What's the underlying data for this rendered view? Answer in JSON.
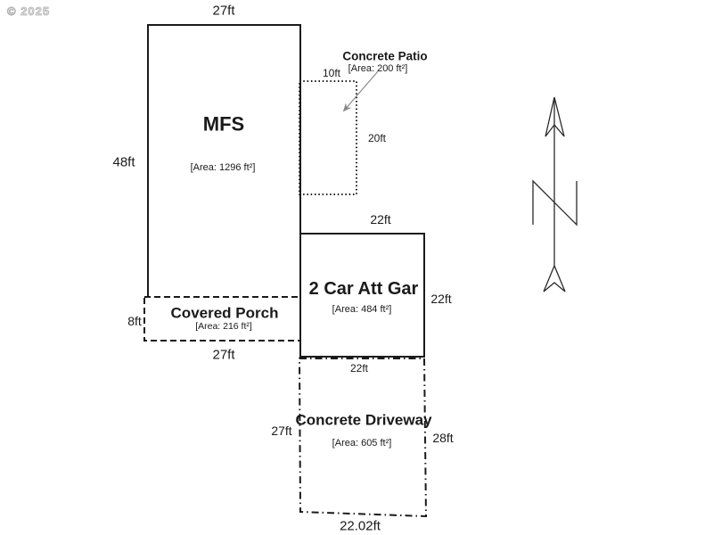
{
  "watermark": "© 2025",
  "colors": {
    "line": "#1a1a1a",
    "text": "#1a1a1a",
    "watermark_gray": "#c8c8c8",
    "leader_gray": "#8a8a8a",
    "background": "#ffffff"
  },
  "sketch": {
    "buildings": {
      "mfs": {
        "label": "MFS",
        "area": "[Area: 1296 ft²]",
        "top_dim": "27ft",
        "left_dim": "48ft"
      },
      "patio": {
        "label": "Concrete Patio",
        "area": "[Area: 200 ft²]",
        "top_dim": "10ft",
        "right_dim": "20ft"
      },
      "garage": {
        "label": "2 Car Att Gar",
        "area": "[Area: 484 ft²]",
        "top_dim": "22ft",
        "right_dim": "22ft"
      },
      "porch": {
        "label": "Covered Porch",
        "area": "[Area: 216 ft²]",
        "left_dim": "8ft",
        "bottom_dim": "27ft"
      },
      "driveway": {
        "label": "Concrete Driveway",
        "area": "[Area: 605 ft²]",
        "top_dim": "22ft",
        "left_dim": "27ft",
        "right_dim": "28ft",
        "bottom_dim": "22.02ft"
      }
    },
    "north_arrow_label": "N"
  }
}
